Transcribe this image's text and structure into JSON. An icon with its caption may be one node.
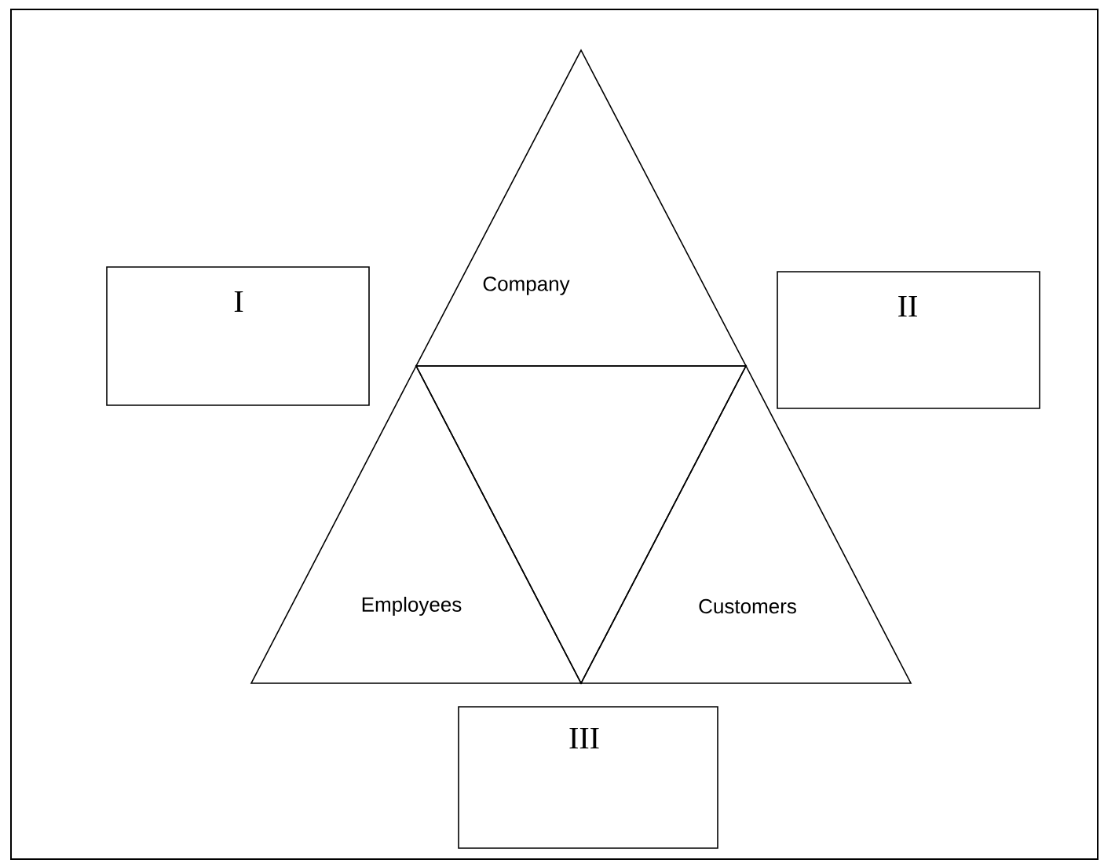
{
  "diagram": {
    "nodes": [
      {
        "text": [
          "Company"
        ]
      },
      {
        "text": [
          "I"
        ]
      },
      {
        "text": [
          "II"
        ]
      },
      {
        "text": [
          "Employees"
        ]
      },
      {
        "text": [],
        "shape": "triangle"
      },
      {
        "text": [
          "Customers"
        ]
      },
      {
        "text": [
          "III"
        ]
      }
    ]
  }
}
